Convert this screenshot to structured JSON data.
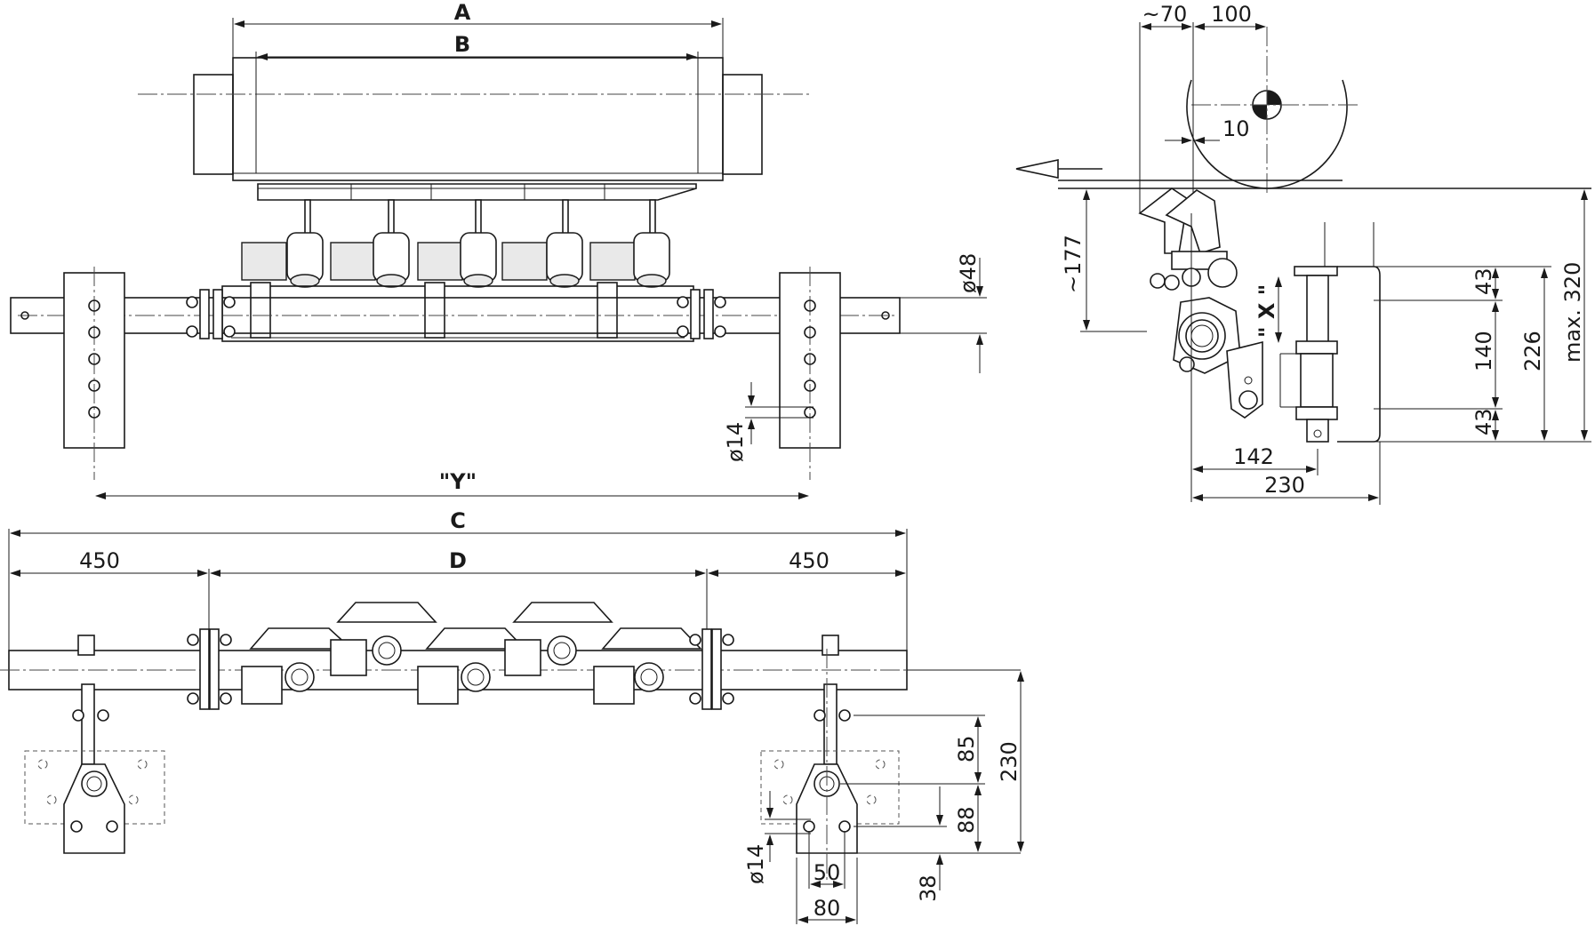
{
  "labels": {
    "A": "A",
    "B": "B",
    "C": "C",
    "D": "D",
    "Y": "\"Y\"",
    "X": "\" X \""
  },
  "dimensions": {
    "d48": "ø48",
    "d14_top": "ø14",
    "d14_bottom": "ø14",
    "left_450": "450",
    "right_450": "450",
    "approx70": "~70",
    "d100": "100",
    "d10": "10",
    "approx177": "~177",
    "d43_top": "43",
    "d140": "140",
    "d43_bottom": "43",
    "d226": "226",
    "max320": "max. 320",
    "d142": "142",
    "d230_side": "230",
    "d85": "85",
    "d230_bottom": "230",
    "d88": "88",
    "d38": "38",
    "d50": "50",
    "d80": "80"
  }
}
